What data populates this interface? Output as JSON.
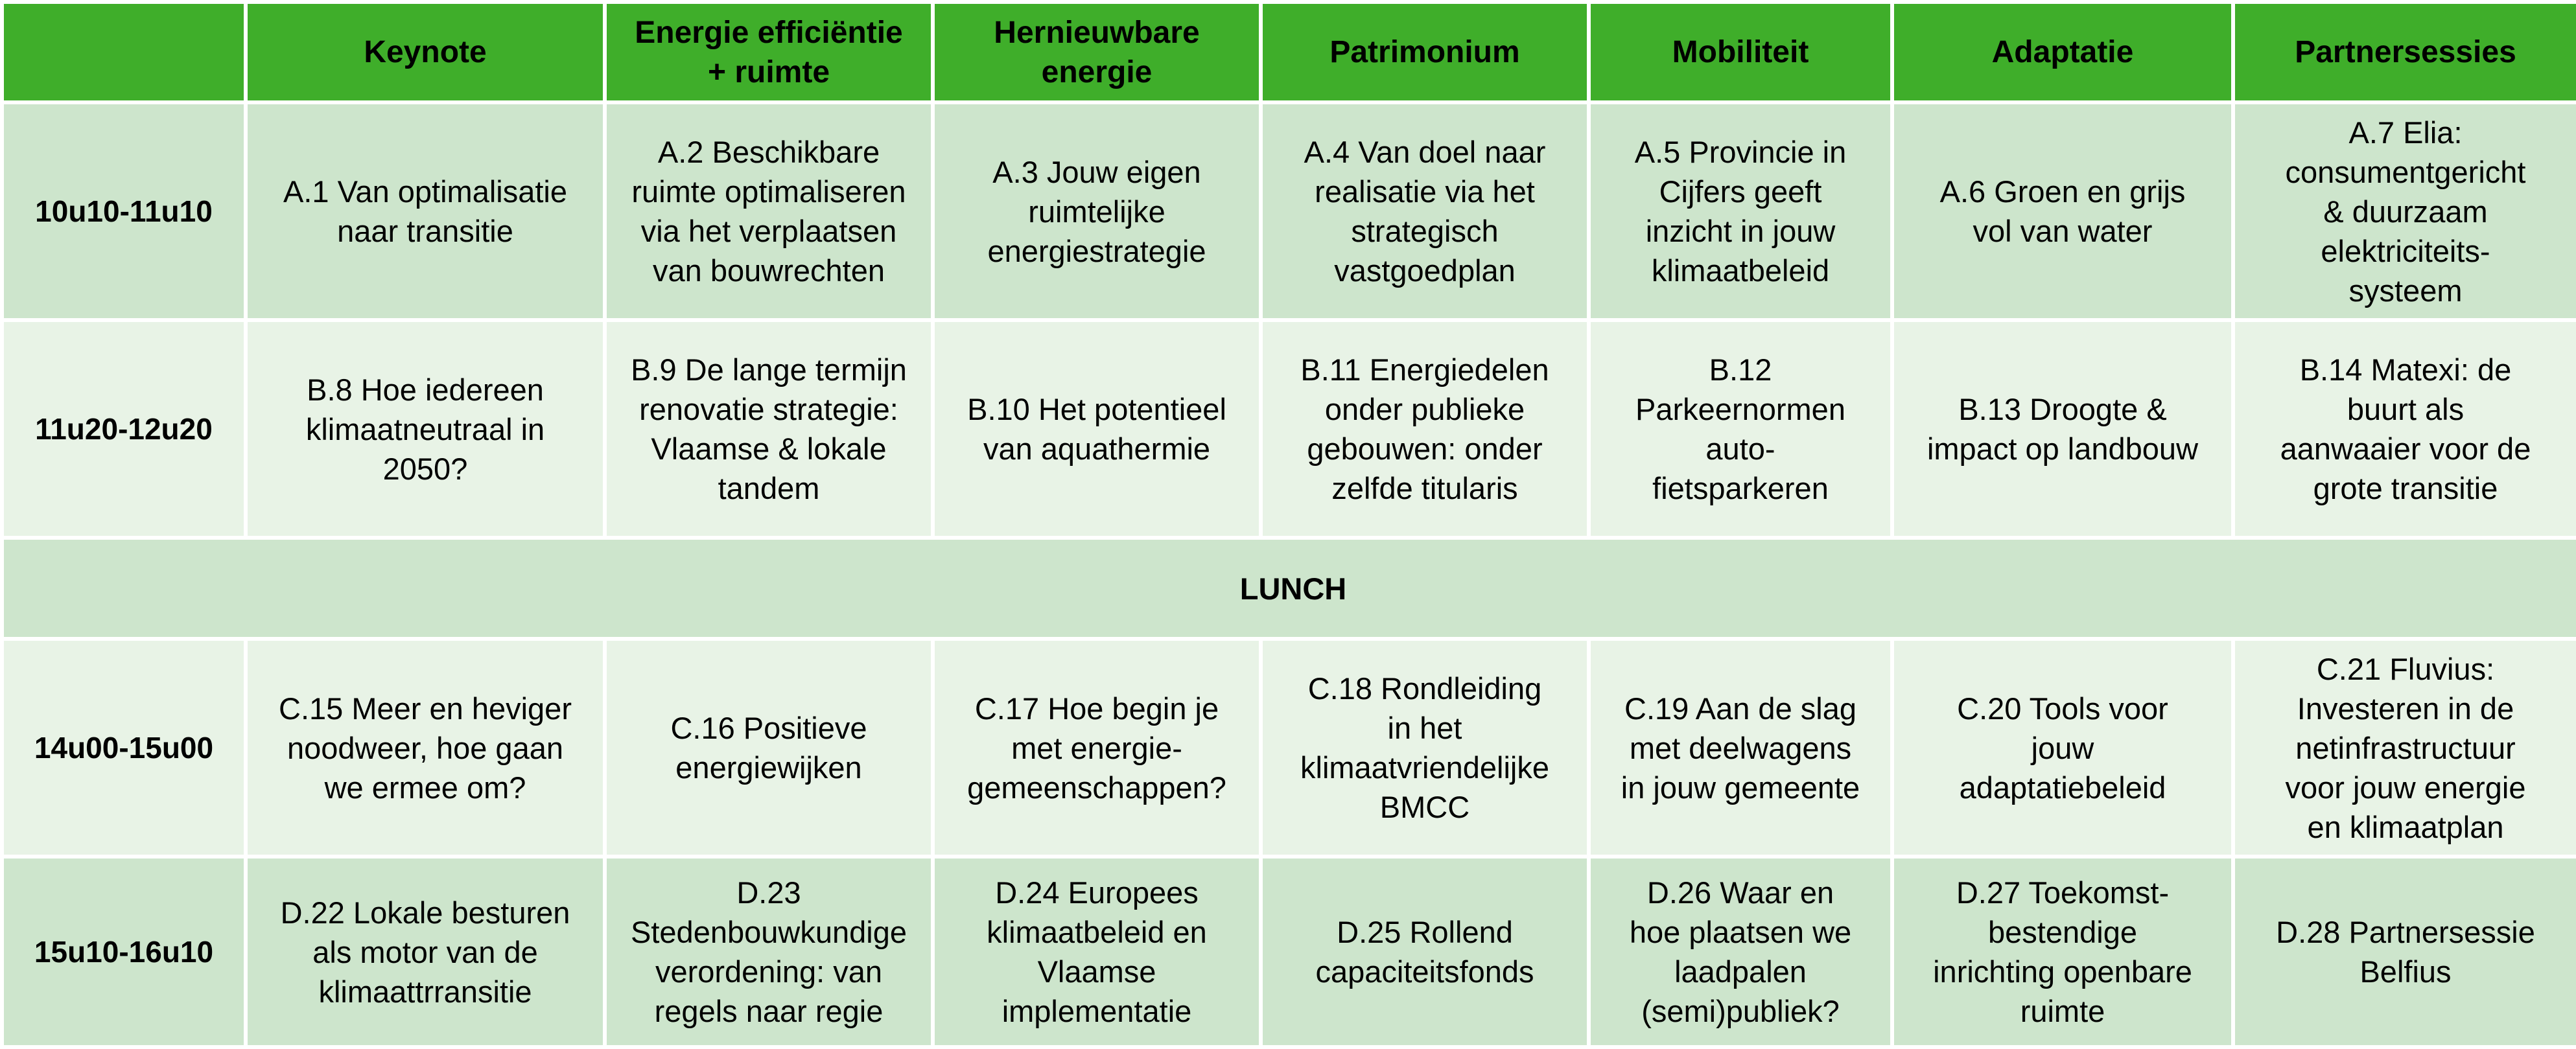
{
  "header": {
    "corner": "",
    "columns": [
      "Keynote",
      "Energie efficiëntie\n+ ruimte",
      "Hernieuwbare\nenergie",
      "Patrimonium",
      "Mobiliteit",
      "Adaptatie",
      "Partnersessies"
    ]
  },
  "rows": [
    {
      "time": "10u10-11u10",
      "sessions": [
        "A.1 Van optimalisatie\nnaar transitie",
        "A.2 Beschikbare\nruimte optimaliseren\nvia het verplaatsen\nvan bouwrechten",
        "A.3 Jouw eigen\nruimtelijke\nenergiestrategie",
        "A.4 Van doel naar\nrealisatie via het\nstrategisch\nvastgoedplan",
        "A.5 Provincie in\nCijfers geeft\ninzicht in jouw\nklimaatbeleid",
        "A.6 Groen en grijs\nvol van water",
        "A.7 Elia:\nconsumentgericht\n& duurzaam\nelektriciteits-\nsysteem"
      ]
    },
    {
      "time": "11u20-12u20",
      "sessions": [
        "B.8 Hoe iedereen\nklimaatneutraal in\n2050?",
        "B.9 De lange termijn\nrenovatie strategie:\nVlaamse & lokale\ntandem",
        "B.10 Het potentieel\nvan aquathermie",
        "B.11 Energiedelen\nonder publieke\ngebouwen: onder\nzelfde titularis",
        "B.12\nParkeernormen\nauto-\nfietsparkeren",
        "B.13 Droogte &\nimpact op landbouw",
        "B.14 Matexi: de\nbuurt als\naanwaaier voor de\ngrote transitie"
      ]
    },
    {
      "lunch": "LUNCH"
    },
    {
      "time": "14u00-15u00",
      "sessions": [
        "C.15 Meer en heviger\nnoodweer, hoe gaan\nwe ermee om?",
        "C.16 Positieve\nenergiewijken",
        "C.17 Hoe begin je\nmet energie-\ngemeenschappen?",
        "C.18 Rondleiding\nin het\nklimaatvriendelijke\nBMCC",
        "C.19 Aan de slag\nmet deelwagens\nin jouw gemeente",
        "C.20 Tools voor\njouw\nadaptatiebeleid",
        "C.21 Fluvius:\nInvesteren in de\nnetinfrastructuur\nvoor  jouw energie\nen klimaatplan"
      ]
    },
    {
      "time": "15u10-16u10",
      "sessions": [
        "D.22 Lokale besturen\nals motor van de\nklimaattrransitie",
        "D.23\nStedenbouwkundige\nverordening: van\nregels naar regie",
        "D.24 Europees\nklimaatbeleid en\nVlaamse\nimplementatie",
        "D.25 Rollend\ncapaciteitsfonds",
        "D.26 Waar en\nhoe plaatsen we\nlaadpalen\n(semi)publiek?",
        "D.27 Toekomst-\nbestendige\ninrichting openbare\nruimte",
        "D.28 Partnersessie\nBelfius"
      ]
    }
  ],
  "colors": {
    "header_green": "#3fae2a",
    "row_dark": "#cde5cc",
    "row_light": "#e8f3e6"
  }
}
